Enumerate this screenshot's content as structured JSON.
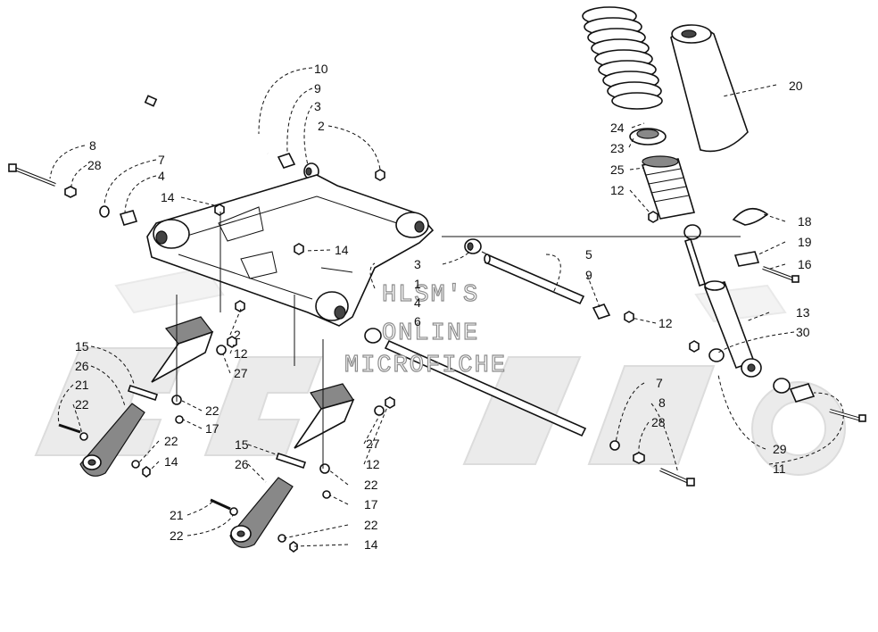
{
  "watermark": {
    "line1": "HLSM'S",
    "line2": "ONLINE",
    "line3": "MICROFICHE"
  },
  "callouts": [
    "10",
    "9",
    "3",
    "2",
    "8",
    "28",
    "7",
    "4",
    "14",
    "20",
    "24",
    "23",
    "25",
    "12",
    "18",
    "19",
    "16",
    "5",
    "9",
    "3",
    "1",
    "14",
    "4",
    "6",
    "2",
    "12",
    "27",
    "15",
    "26",
    "21",
    "22",
    "22",
    "17",
    "22",
    "14",
    "12",
    "13",
    "30",
    "7",
    "8",
    "28",
    "27",
    "12",
    "15",
    "26",
    "22",
    "17",
    "21",
    "22",
    "22",
    "14",
    "29",
    "11"
  ]
}
